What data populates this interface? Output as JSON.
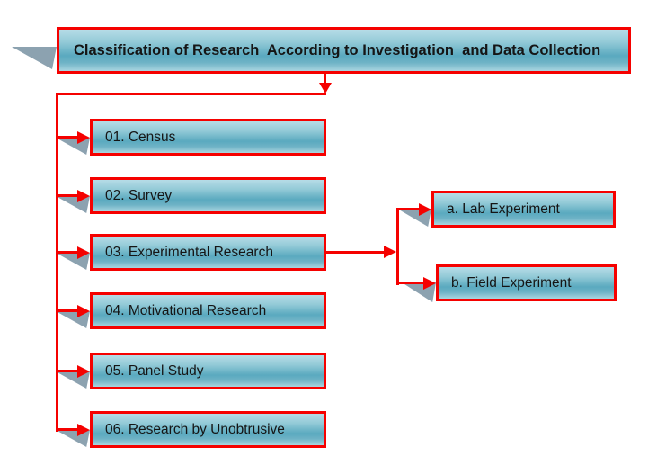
{
  "title": "Classification of Research  According to Investigation  and Data Collection",
  "boxes": [
    {
      "label": "01. Census"
    },
    {
      "label": "02. Survey"
    },
    {
      "label": "03. Experimental Research"
    },
    {
      "label": "04. Motivational Research"
    },
    {
      "label": "05. Panel Study"
    },
    {
      "label": "06. Research by Unobtrusive"
    }
  ],
  "sub_boxes": [
    {
      "label": "a. Lab Experiment"
    },
    {
      "label": "b. Field Experiment"
    }
  ],
  "colors": {
    "connector_red": "#f50100",
    "node_border_red": "#f50100",
    "node_gradient_top": "#b6dce7",
    "node_gradient_dark": "#5aa9bf",
    "node_gradient_bottom": "#a9d5e0",
    "perspective_shadow": "#8ca2b0",
    "text": "#151515",
    "background": "#ffffff"
  }
}
